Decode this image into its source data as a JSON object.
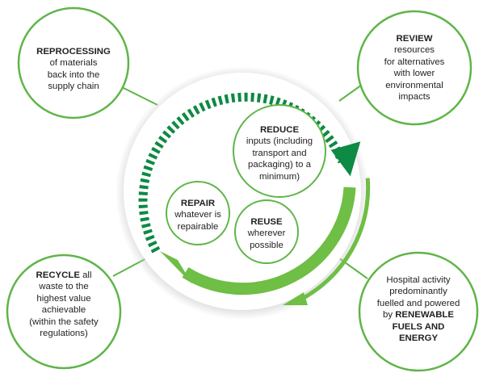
{
  "colors": {
    "dark_green": "#0d8a43",
    "light_green": "#6fbe45",
    "outline_green": "#5fb548",
    "hub_fill": "#ffffff",
    "hub_shadow": "#c9ccc9",
    "text": "#231f20"
  },
  "nodes": {
    "reprocessing": {
      "title": "REPROCESSING",
      "lines": [
        "of materials",
        "back into the",
        "supply chain"
      ]
    },
    "review": {
      "title": "REVIEW",
      "lines": [
        "resources",
        "for alternatives",
        "with lower",
        "environmental",
        "impacts"
      ]
    },
    "recycle": {
      "title": "RECYCLE",
      "title_suffix": " all",
      "lines": [
        "waste to the",
        "highest value",
        "achievable",
        "(within the safety",
        "regulations)"
      ]
    },
    "renewable": {
      "lines": [
        "Hospital activity",
        "predominantly",
        "fuelled and powered"
      ],
      "by": "by ",
      "bold1": "RENEWABLE",
      "bold2": "FUELS AND",
      "bold3": "ENERGY"
    },
    "reduce": {
      "title": "REDUCE",
      "lines": [
        "inputs (including",
        "transport and",
        "packaging) to a",
        "minimum)"
      ]
    },
    "repair": {
      "title": "REPAIR",
      "lines": [
        "whatever is",
        "repairable"
      ]
    },
    "reuse": {
      "title": "REUSE",
      "lines": [
        "wherever",
        "possible"
      ]
    }
  }
}
